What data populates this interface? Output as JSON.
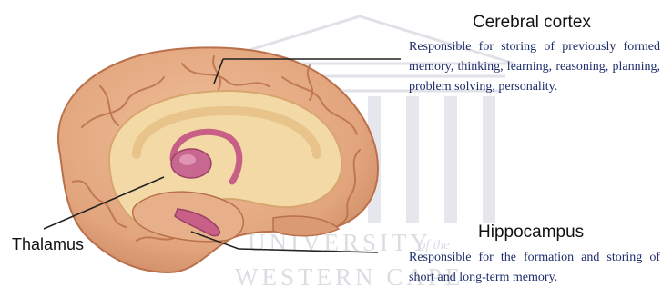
{
  "cortex": {
    "title": "Cerebral cortex",
    "description": "Responsible for storing of previously formed memory, thinking, learning, reasoning, planning, problem solving, personality."
  },
  "hippocampus": {
    "title": "Hippocampus",
    "description": "Responsible for the formation and storing of short and long-term memory."
  },
  "thalamus": {
    "title": "Thalamus"
  },
  "watermark": {
    "line1": "UNIVERSITY",
    "of_the": "of the",
    "line2": "WESTERN CAPE"
  },
  "colors": {
    "cortex": "#e2a57d",
    "cortex_dark": "#b9704b",
    "inner": "#f3d9a6",
    "limbic": "#c75f86",
    "watermark": "#dcdde3",
    "text_description": "#1f2d6b"
  }
}
